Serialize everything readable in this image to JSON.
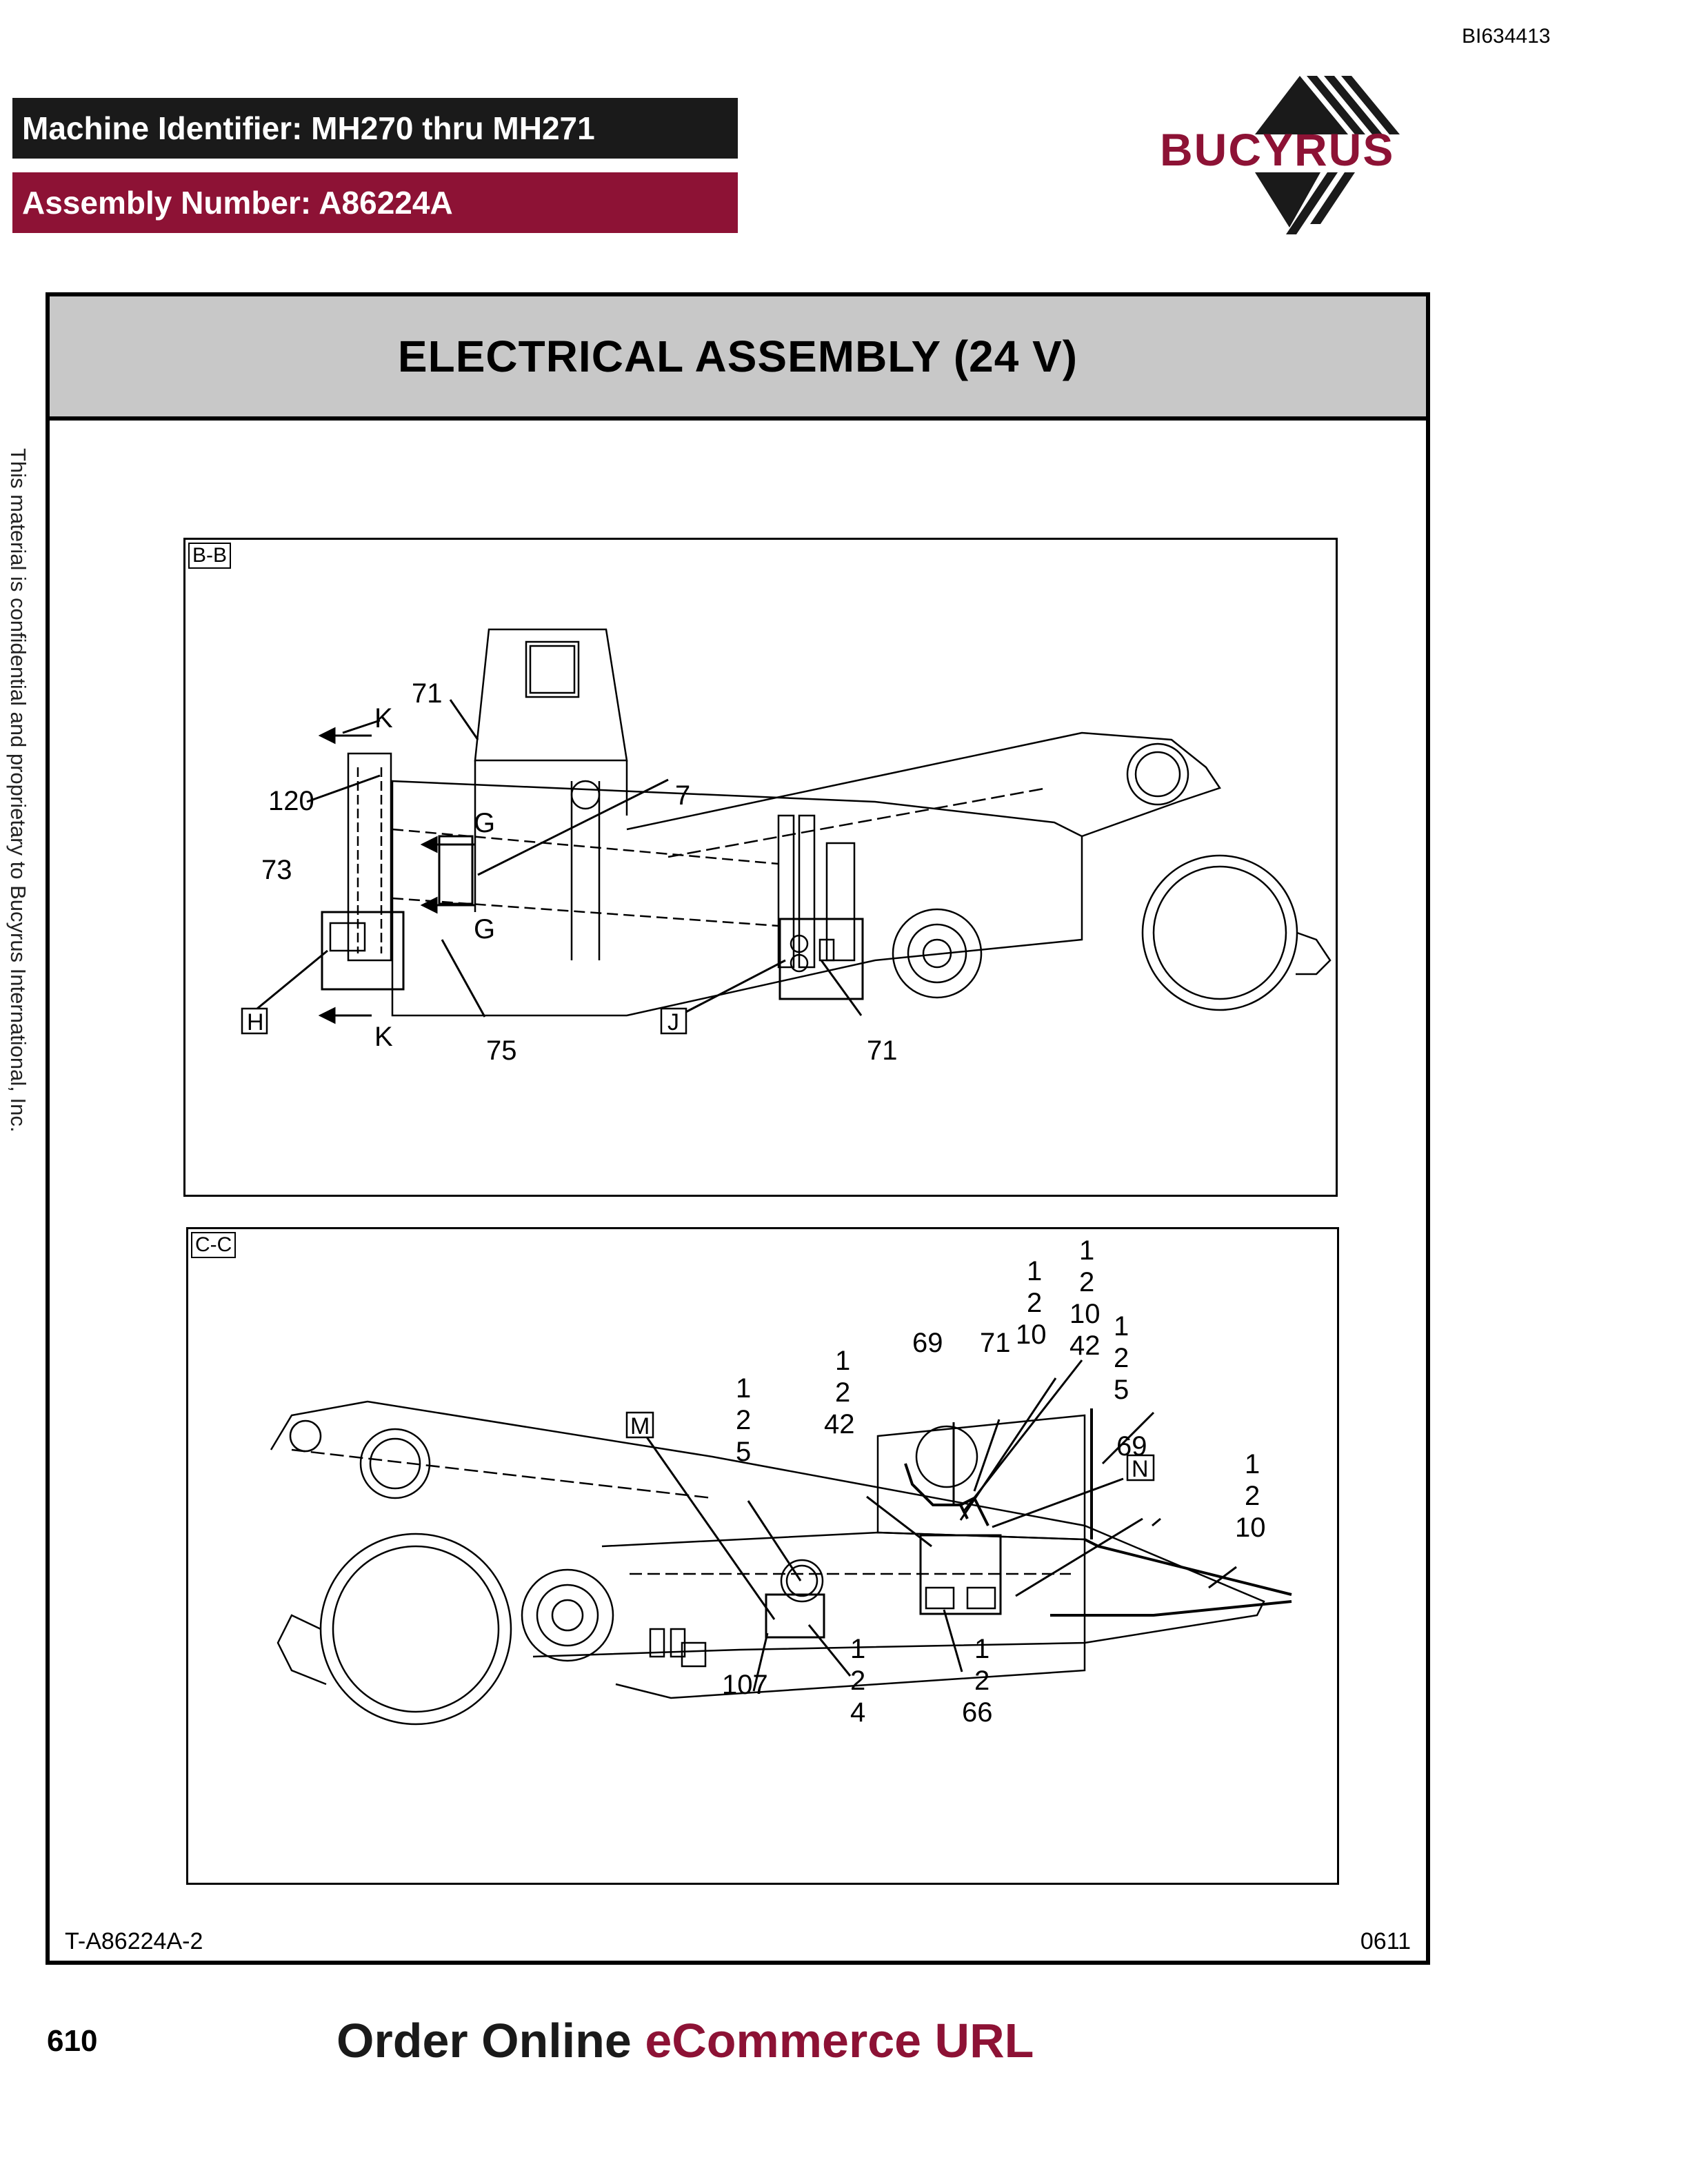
{
  "document_id": "BI634413",
  "header": {
    "machine_identifier": "Machine Identifier: MH270 thru MH271",
    "assembly_number": "Assembly Number: A86224A"
  },
  "logo": {
    "brand": "BUCYRUS",
    "colors": {
      "brand": "#8d1235",
      "dark": "#1a1a1a"
    }
  },
  "sidebar_notice": "This material is confidential and proprietary to Bucyrus International, Inc.",
  "title": "ELECTRICAL ASSEMBLY (24 V)",
  "views": {
    "bb": {
      "tag": "B-B",
      "callouts": [
        "71",
        "K",
        "120",
        "73",
        "7",
        "G",
        "G",
        "75",
        "K",
        "71"
      ],
      "boxed_labels": [
        "H",
        "J"
      ]
    },
    "cc": {
      "tag": "C-C",
      "callouts": [
        "1",
        "2",
        "10",
        "42",
        "1",
        "2",
        "10",
        "1",
        "2",
        "5",
        "69",
        "71",
        "1",
        "2",
        "42",
        "1",
        "2",
        "5",
        "69",
        "1",
        "2",
        "10",
        "1",
        "2",
        "4",
        "107",
        "1",
        "2",
        "66"
      ],
      "boxed_labels": [
        "M",
        "N"
      ]
    }
  },
  "footer": {
    "drawing_number": "T-A86224A-2",
    "revision_code": "0611"
  },
  "page_number": "610",
  "order_online": {
    "part1": "Order Online ",
    "part2": "eCommerce URL"
  }
}
